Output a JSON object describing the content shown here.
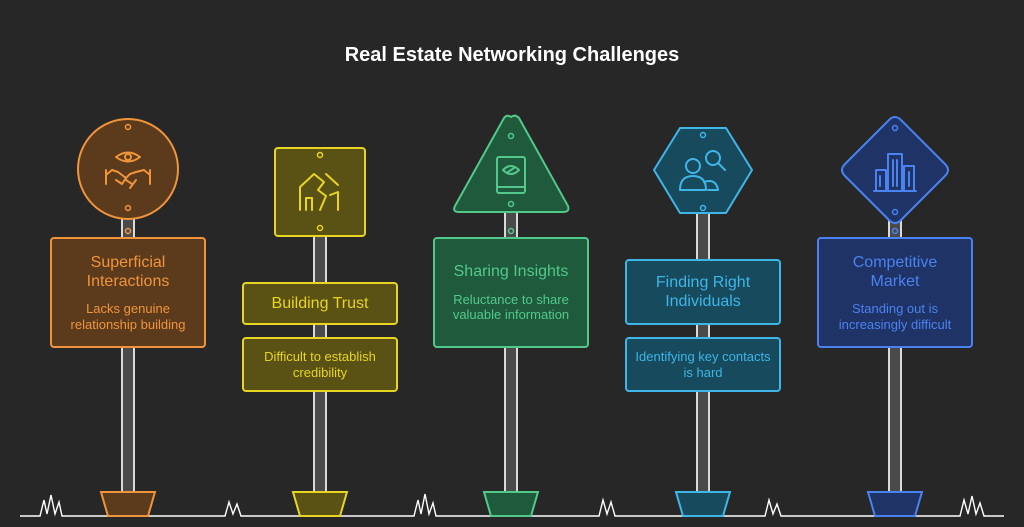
{
  "title": "Real Estate Networking Challenges",
  "colors": {
    "background": "#272727",
    "orange": "#f0943c",
    "yellow": "#e8d422",
    "green": "#52c98a",
    "cyan": "#3fb5e8",
    "blue": "#4a82f0"
  },
  "signs": [
    {
      "title": "Superficial Interactions",
      "description": "Lacks genuine relationship building",
      "icon": "handshake-eye-icon"
    },
    {
      "title": "Building Trust",
      "description": "Difficult to establish credibility",
      "icon": "broken-house-icon"
    },
    {
      "title": "Sharing Insights",
      "description": "Reluctance to share valuable information",
      "icon": "book-eye-icon"
    },
    {
      "title": "Finding Right Individuals",
      "description": "Identifying key contacts is hard",
      "icon": "people-search-icon"
    },
    {
      "title": "Competitive Market",
      "description": "Standing out is increasingly difficult",
      "icon": "buildings-icon"
    }
  ]
}
